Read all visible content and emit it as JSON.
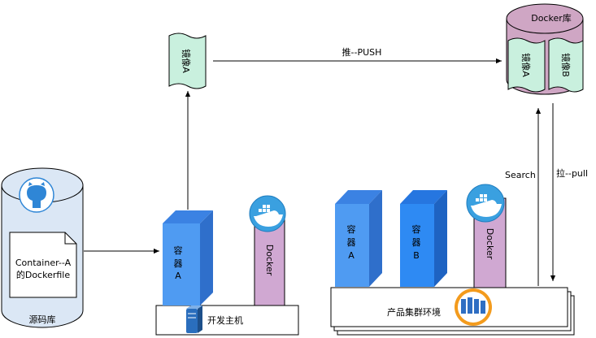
{
  "labels": {
    "docker_repo_title": "Docker库",
    "image_a": "镜像A",
    "image_b": "镜像B",
    "push": "推--PUSH",
    "search": "Search",
    "pull": "拉--pull",
    "source_repo": "源码库",
    "dockerfile_line1": "Container--A",
    "dockerfile_line2": "的Dockerfile",
    "dev_host": "开发主机",
    "container_a": [
      "容",
      "器",
      "A"
    ],
    "container_b": [
      "容",
      "器",
      "B"
    ],
    "docker": "Docker",
    "prod_cluster": "产品集群环境"
  },
  "colors": {
    "repo_fill": "#cfa6c4",
    "scroll_fill": "#c9f0de",
    "source_fill": "#dbe7f5",
    "container_front": "#4f9bf2",
    "container_top": "#3b82e3",
    "container_b_front": "#2e8af3",
    "docker_bar": "#d0a8d2",
    "github_blue": "#2f86d6",
    "docker_blue": "#3aa0e0",
    "server_blue": "#2a6ebd"
  }
}
